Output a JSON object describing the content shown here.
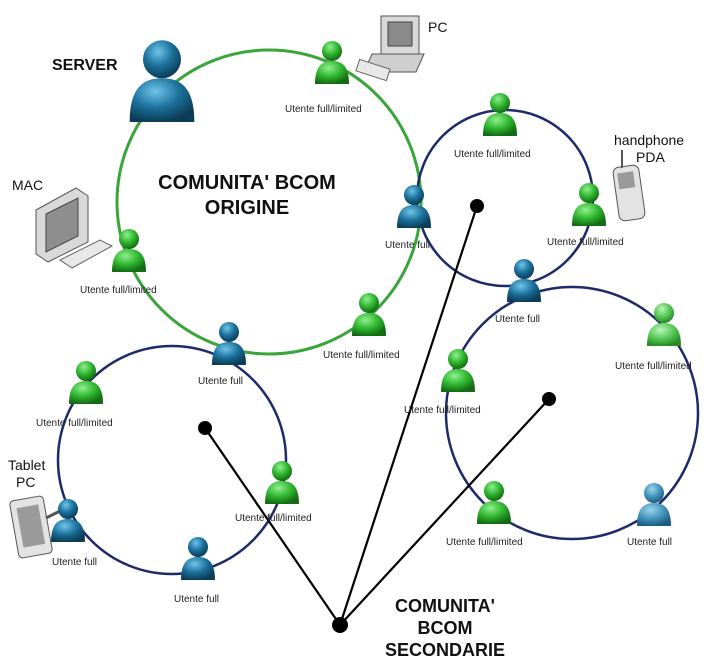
{
  "titles": {
    "origin_line1": "COMUNITA' BCOM",
    "origin_line2": "ORIGINE",
    "secondary_line1": "COMUNITA'",
    "secondary_line2": "BCOM",
    "secondary_line3": "SECONDARIE"
  },
  "devices": {
    "server": "SERVER",
    "pc": "PC",
    "mac": "MAC",
    "handphone": "handphone",
    "pda": "PDA",
    "tablet_line1": "Tablet",
    "tablet_line2": "PC"
  },
  "user_labels": {
    "origin_top": "Utente full/limited",
    "origin_left": "Utente full/limited",
    "origin_bottom_right": "Utente full/limited",
    "origin_right_full": "Utente full",
    "origin_bottom_full": "Utente full",
    "ring2_top": "Utente full/limited",
    "ring2_right": "Utente full/limited",
    "ring2_bottom_full": "Utente full",
    "ring3_top_right": "Utente full/limited",
    "ring3_left": "Utente full/limited",
    "ring3_bottom_left": "Utente full/limited",
    "ring3_bottom_right": "Utente full",
    "ring4_left": "Utente full/limited",
    "ring4_right": "Utente full/limited",
    "ring4_bottom_left": "Utente full",
    "ring4_bottom": "Utente full"
  },
  "colors": {
    "origin_ring": "#3aa53a",
    "secondary_ring": "#1f2a6b",
    "user_green": "#2fb52f",
    "user_blue": "#1a6f9a",
    "server_blue": "#15628a",
    "hub_black": "#000000"
  }
}
